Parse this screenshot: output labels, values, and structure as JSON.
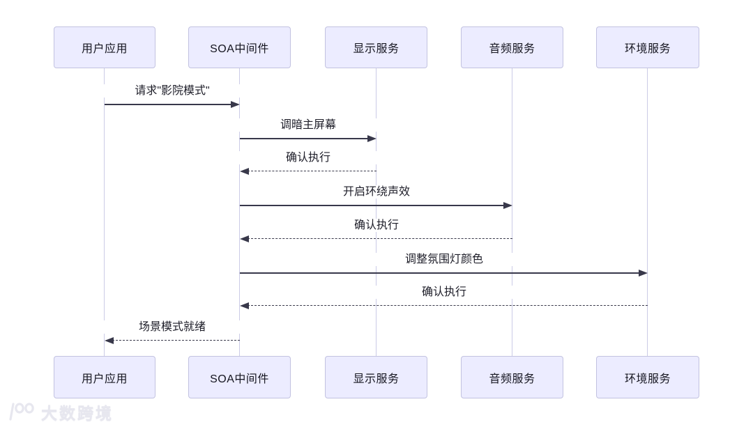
{
  "diagram": {
    "type": "sequence-diagram",
    "actors": [
      {
        "label": "用户应用"
      },
      {
        "label": "SOA中间件"
      },
      {
        "label": "显示服务"
      },
      {
        "label": "音频服务"
      },
      {
        "label": "环境服务"
      }
    ],
    "messages": [
      {
        "from": "用户应用",
        "to": "SOA中间件",
        "text": "请求\"影院模式\"",
        "line": "solid",
        "direction": "right"
      },
      {
        "from": "SOA中间件",
        "to": "显示服务",
        "text": "调暗主屏幕",
        "line": "solid",
        "direction": "right"
      },
      {
        "from": "显示服务",
        "to": "SOA中间件",
        "text": "确认执行",
        "line": "dashed",
        "direction": "left"
      },
      {
        "from": "SOA中间件",
        "to": "音频服务",
        "text": "开启环绕声效",
        "line": "solid",
        "direction": "right"
      },
      {
        "from": "音频服务",
        "to": "SOA中间件",
        "text": "确认执行",
        "line": "dashed",
        "direction": "left"
      },
      {
        "from": "SOA中间件",
        "to": "环境服务",
        "text": "调整氛围灯颜色",
        "line": "solid",
        "direction": "right"
      },
      {
        "from": "环境服务",
        "to": "SOA中间件",
        "text": "确认执行",
        "line": "dashed",
        "direction": "left"
      },
      {
        "from": "SOA中间件",
        "to": "用户应用",
        "text": "场景模式就绪",
        "line": "dashed",
        "direction": "left"
      }
    ],
    "colors": {
      "actor_fill": "#ECECFF",
      "actor_border": "#C2C2E0",
      "lifeline": "#CBCBE6",
      "arrow": "#38384A",
      "background": "#FFFFFF"
    }
  },
  "watermark": {
    "text": "大数跨境",
    "logo": "100-logo"
  }
}
